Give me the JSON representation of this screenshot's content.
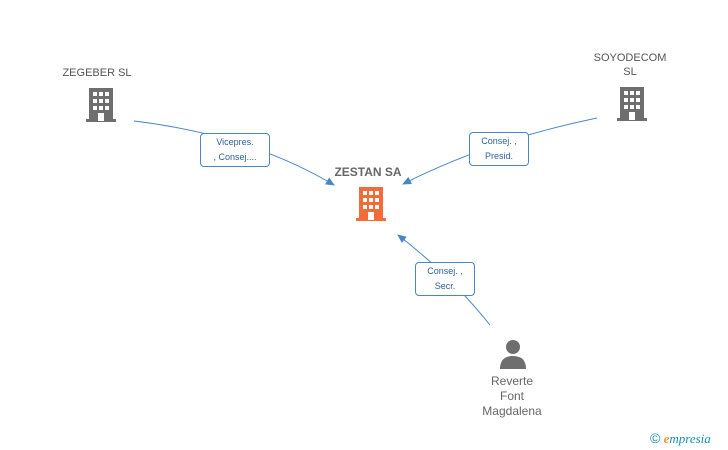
{
  "nodes": {
    "zegeber": {
      "lines": [
        "ZEGEBER  SL"
      ],
      "color": "#6e6e6e"
    },
    "soyodecom": {
      "lines": [
        "SOYODECOM",
        "SL"
      ],
      "color": "#6e6e6e"
    },
    "zestan": {
      "lines": [
        "ZESTAN SA"
      ],
      "color": "#f26b38"
    },
    "person": {
      "lines": [
        "Reverte",
        "Font",
        "Magdalena"
      ],
      "color": "#6e6e6e"
    }
  },
  "edges": {
    "zegeber_to_zestan": {
      "lines": [
        "Vicepres.",
        ", Consej...."
      ]
    },
    "soyodecom_to_zestan": {
      "lines": [
        "Consej. ,",
        "Presid."
      ]
    },
    "person_to_zestan": {
      "lines": [
        "Consej. ,",
        "Secr."
      ]
    }
  },
  "colors": {
    "edge": "#4a86c5",
    "edge_text": "#2e5f94"
  },
  "watermark": {
    "symbol": "©",
    "brand_initial": "e",
    "brand_rest": "mpresia"
  }
}
